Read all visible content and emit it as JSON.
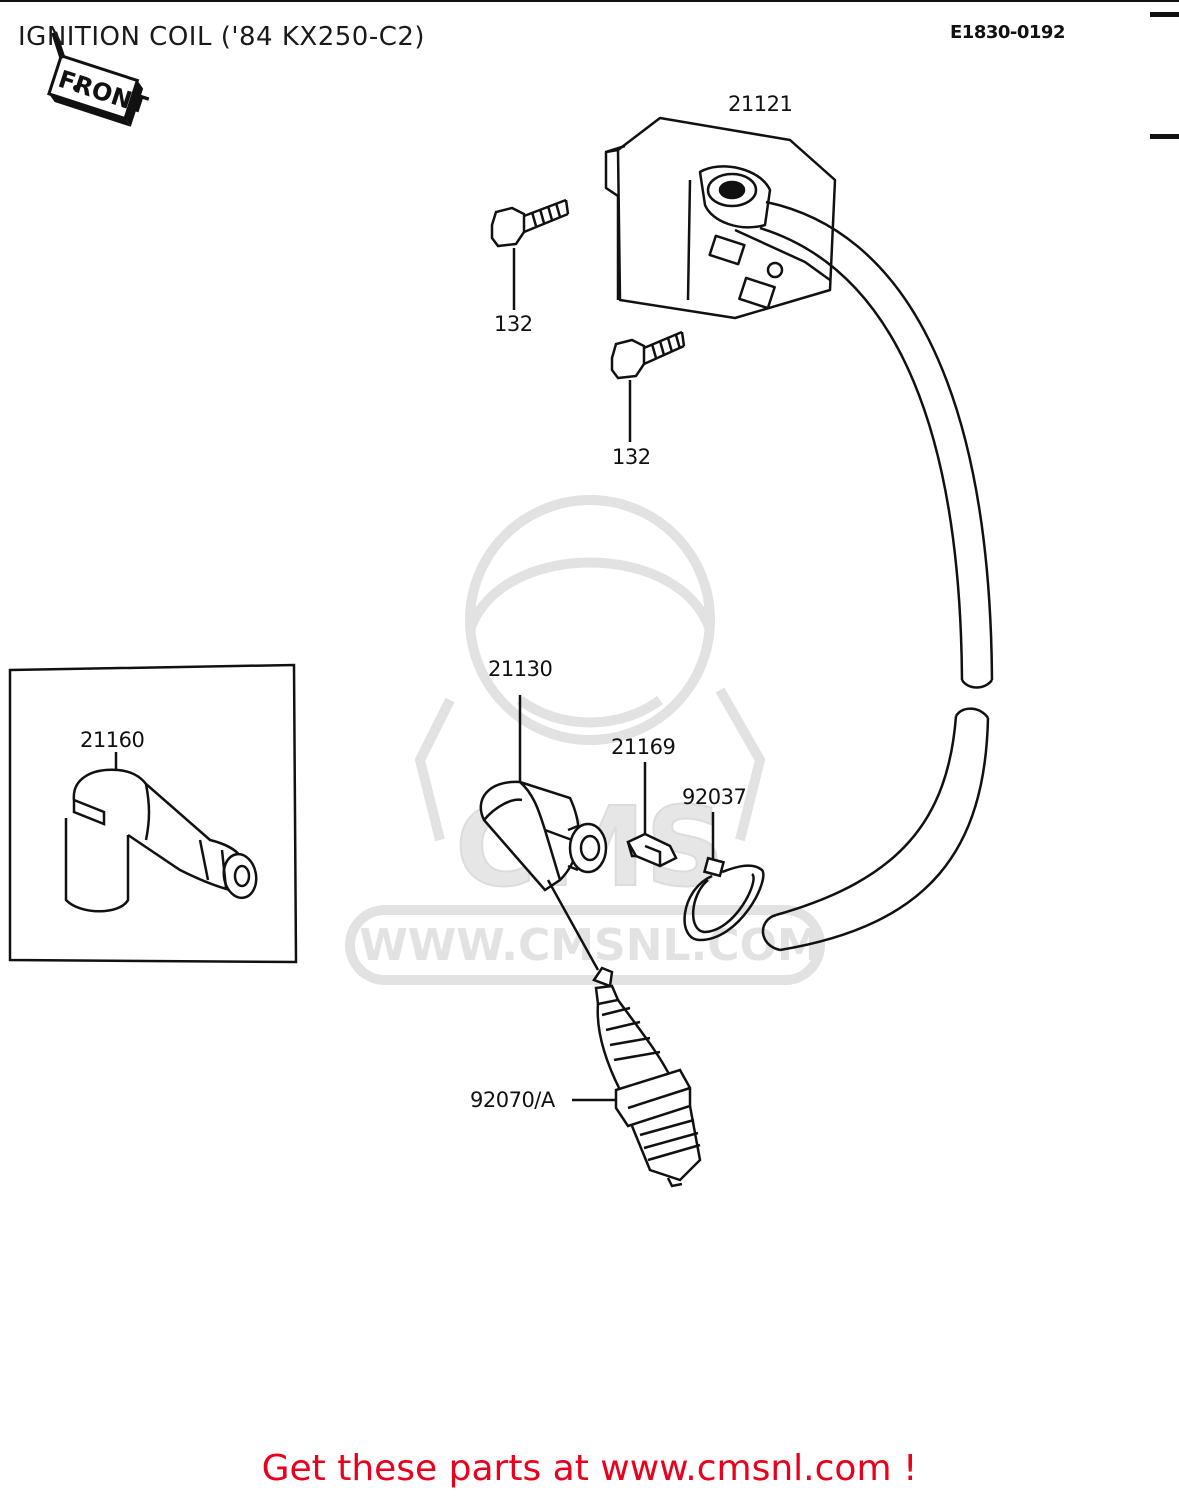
{
  "title": "IGNITION COIL ('84 KX250-C2)",
  "diagram_code": "E1830-0192",
  "front_badge": "FRONT",
  "callouts": {
    "ignition_coil": "21121",
    "bolt_upper": "132",
    "bolt_lower": "132",
    "plug_cap": "21130",
    "plug_cap_alt": "21160",
    "clamp": "21169",
    "band": "92037",
    "spark_plug": "92070/A"
  },
  "watermark": {
    "brand": "CMS",
    "url": "WWW.CMSNL.COM"
  },
  "footer": "Get these parts at www.cmsnl.com !",
  "colors": {
    "line": "#111111",
    "footer": "#e8001c",
    "watermark": "#e2e2e2"
  }
}
